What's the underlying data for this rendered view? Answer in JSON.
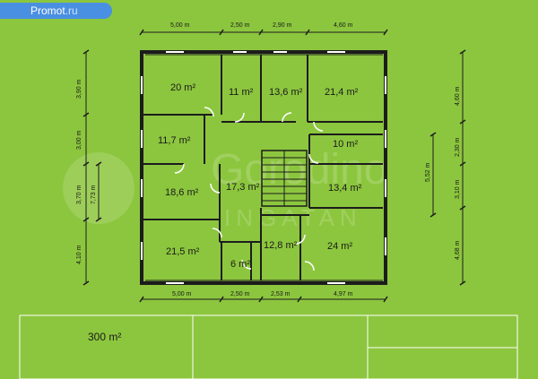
{
  "badge": {
    "name": "Promot",
    "tld": ".ru"
  },
  "watermark": {
    "main": "Gorodino",
    "sub": "INGATAN"
  },
  "rooms": {
    "r1": "20 m²",
    "r2": "11 m²",
    "r3": "13,6 m²",
    "r4": "21,4 m²",
    "r5": "11,7 m²",
    "r6": "10 m²",
    "r7": "18,6 m²",
    "r8": "17,3 m²",
    "r9": "13,4 m²",
    "r10": "21,5 m²",
    "r11": "12,8 m²",
    "r12": "24 m²",
    "r13": "6 m²"
  },
  "dims": {
    "top": [
      "5,00 m",
      "2,50 m",
      "2,90 m",
      "4,60 m"
    ],
    "bottom": [
      "5,00 m",
      "2,50 m",
      "2,53 m",
      "4,97 m"
    ],
    "left_outer": [
      "3,90 m",
      "3,00 m",
      "3,70 m",
      "4,10 m"
    ],
    "left_inner": "7,73 m",
    "right_outer": [
      "4,60 m",
      "2,30 m",
      "3,10 m",
      "4,68 m"
    ],
    "right_inner": "5,52 m"
  },
  "total_area": "300 m²"
}
